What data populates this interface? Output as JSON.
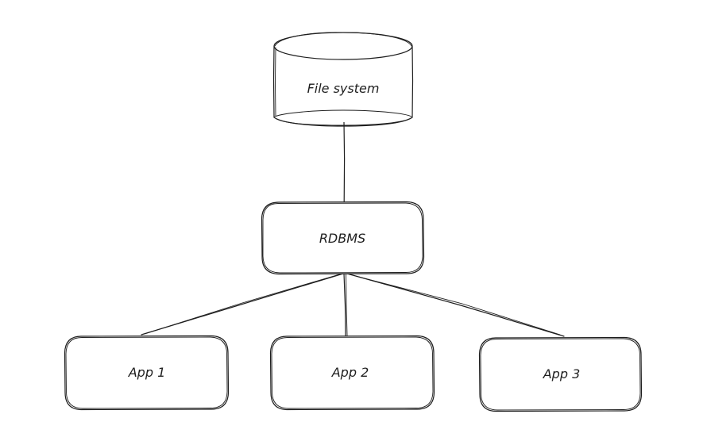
{
  "nodes": {
    "database": {
      "label": "File system"
    },
    "rdbms": {
      "label": "RDBMS"
    },
    "app1": {
      "label": "App 1"
    },
    "app2": {
      "label": "App 2"
    },
    "app3": {
      "label": "App 3"
    }
  },
  "edges": [
    {
      "from": "database",
      "to": "rdbms"
    },
    {
      "from": "rdbms",
      "to": "app1"
    },
    {
      "from": "rdbms",
      "to": "app2"
    },
    {
      "from": "rdbms",
      "to": "app3"
    }
  ]
}
